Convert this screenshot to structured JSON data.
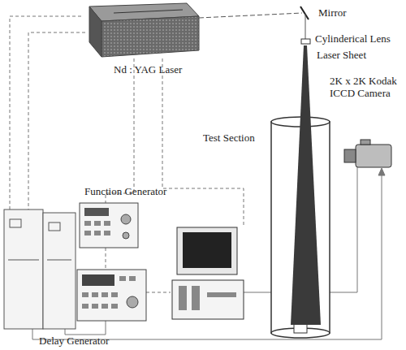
{
  "diagram": {
    "labels": [
      "Nd : YAG Laser",
      "Mirror",
      "Cylinderical Lens",
      "Laser Sheet",
      "Test Section",
      "2K x 2K Kodak ICCD Camera",
      "Function Generator",
      "Delay Generator"
    ]
  }
}
